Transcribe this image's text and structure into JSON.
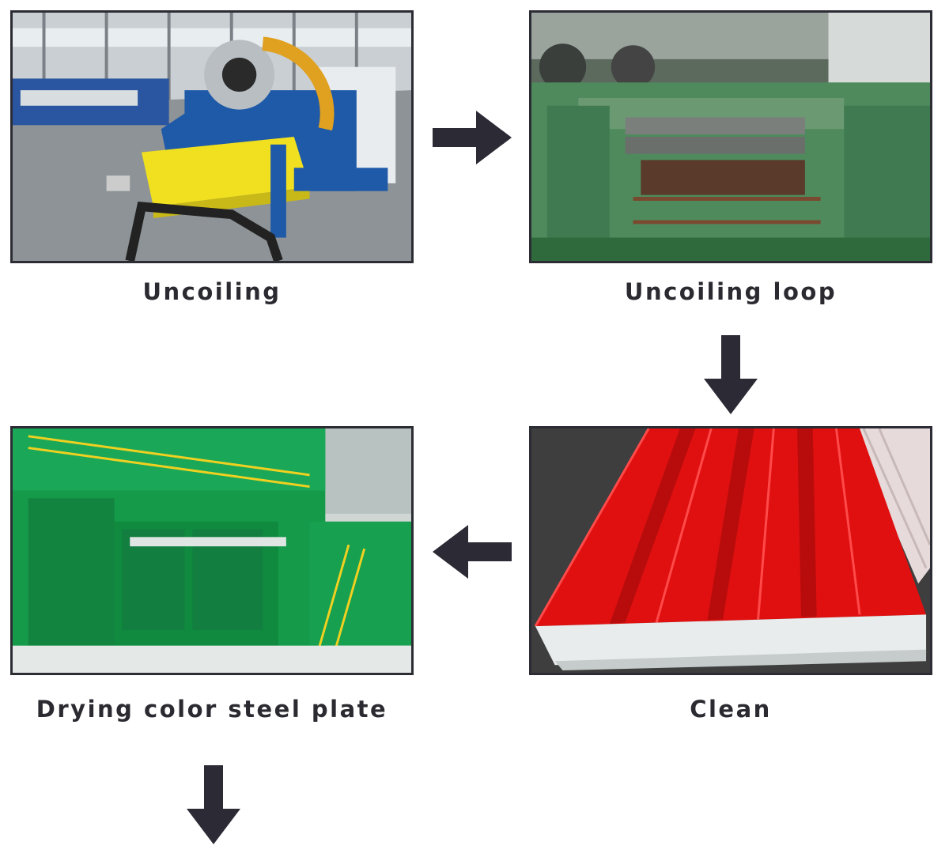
{
  "steps": [
    {
      "id": "uncoiling",
      "label": "Uncoiling"
    },
    {
      "id": "uncoiling-loop",
      "label": "Uncoiling loop"
    },
    {
      "id": "clean",
      "label": "Clean"
    },
    {
      "id": "drying",
      "label": "Drying color steel plate"
    }
  ],
  "arrows": [
    {
      "from": "uncoiling",
      "to": "uncoiling-loop",
      "direction": "right"
    },
    {
      "from": "uncoiling-loop",
      "to": "clean",
      "direction": "down"
    },
    {
      "from": "clean",
      "to": "drying",
      "direction": "left"
    },
    {
      "from": "drying",
      "to": "",
      "direction": "down"
    }
  ],
  "colors": {
    "arrow": "#2b2a35",
    "border": "#2c2c34",
    "caption": "#2a2a30",
    "panel_red": "#e01010",
    "machine_blue": "#1f5aa8",
    "machine_yellow": "#f0e020",
    "plant_green": "#159a4a"
  }
}
